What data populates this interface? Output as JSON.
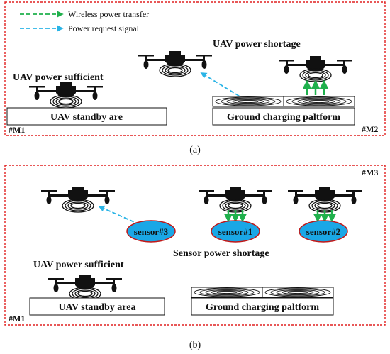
{
  "legend": {
    "wireless_power_transfer": "Wireless power transfer",
    "power_request_signal": "Power request signal"
  },
  "panel_a": {
    "caption": "(a)",
    "label_uav_power_shortage": "UAV  power shortage",
    "label_uav_power_sufficient": "UAV  power sufficient",
    "box_standby": "UAV standby are",
    "box_ground": "Ground charging paltform",
    "marker_m1": "#M1",
    "marker_m2": "#M2"
  },
  "panel_b": {
    "caption": "(b)",
    "marker_m3": "#M3",
    "marker_m1": "#M1",
    "sensors": [
      "sensor#3",
      "sensor#1",
      "sensor#2"
    ],
    "label_sensor_power_shortage": "Sensor  power shortage",
    "label_uav_power_sufficient": "UAV  power sufficient",
    "box_standby": "UAV standby area",
    "box_ground": "Ground charging paltform"
  },
  "colors": {
    "border_dashed": "#e02020",
    "wireless_arrow": "#1fb04c",
    "request_arrow": "#2ab4e6",
    "sensor_fill": "#1aa7e6",
    "sensor_stroke": "#c01818",
    "ink": "#111111"
  }
}
